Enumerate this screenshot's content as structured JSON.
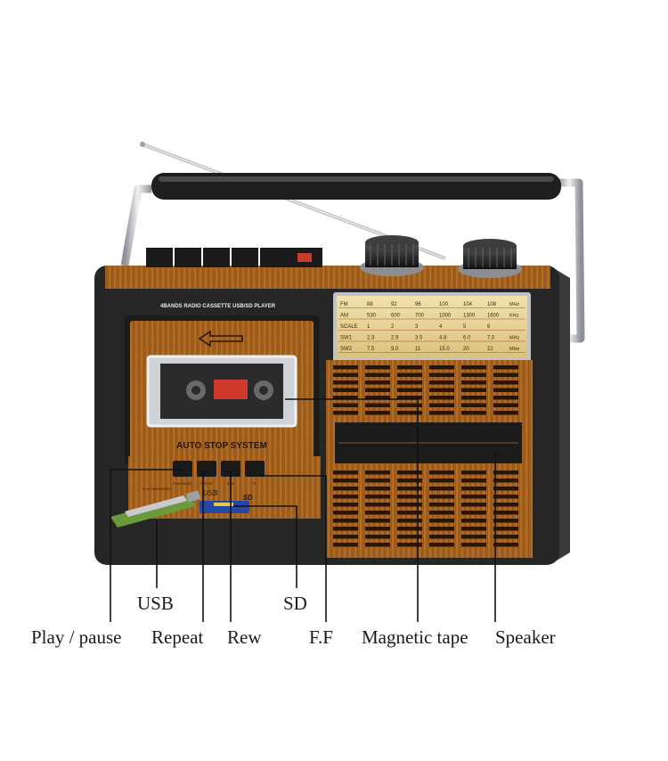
{
  "device": {
    "model_label": "4BANDS RADIO CASSETTE USB/SD PLAYER",
    "door_label": "AUTO STOP SYSTEM",
    "port_labels": {
      "usb": "USB",
      "sd": "SD"
    },
    "button_labels": [
      "PLAY/PAUSE",
      "REPEAT",
      "REW",
      "F.F"
    ],
    "small_label": "PLAY MODE/RESET",
    "dial": {
      "rows": [
        {
          "band": "FM",
          "values": [
            "88",
            "92",
            "96",
            "100",
            "104",
            "108"
          ],
          "unit": "MHz"
        },
        {
          "band": "AM",
          "values": [
            "530",
            "600",
            "700",
            "1000",
            "1300",
            "1600"
          ],
          "unit": "KHz"
        },
        {
          "band": "SCALE",
          "values": [
            "1",
            "2",
            "3",
            "4",
            "5",
            "6"
          ],
          "unit": ""
        },
        {
          "band": "SW1",
          "values": [
            "2.3",
            "2.9",
            "3.5",
            "4.8",
            "6.0",
            "7.0"
          ],
          "unit": "MHz"
        },
        {
          "band": "SW2",
          "values": [
            "7.5",
            "9.0",
            "11",
            "15.0",
            "20",
            "22"
          ],
          "unit": "MHz"
        }
      ]
    }
  },
  "callouts": {
    "usb": "USB",
    "sd": "SD",
    "play_pause": "Play / pause",
    "repeat": "Repeat",
    "rew": "Rew",
    "ff": "F.F",
    "magnetic_tape": "Magnetic tape",
    "speaker": "Speaker"
  },
  "colors": {
    "body": "#2a2a2a",
    "wood": "#a8651f",
    "wood_dark": "#6e3d10",
    "dial_face": "#e9d79c",
    "tape_window": "#d03a2e",
    "chrome": "#c9ccd1",
    "leader_line": "#111111"
  }
}
